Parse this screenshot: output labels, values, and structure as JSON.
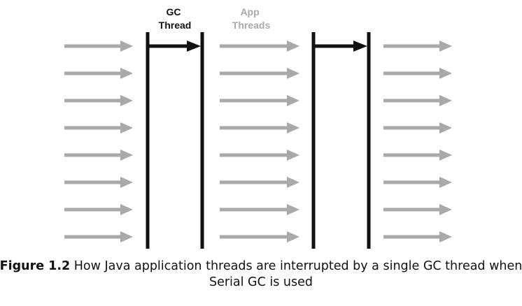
{
  "labels": {
    "gc_thread": [
      "GC",
      "Thread"
    ],
    "app_threads": [
      "App",
      "Threads"
    ]
  },
  "caption": {
    "label": "Figure 1.2",
    "text_line1": " How Java application threads are interrupted by a single GC thread when",
    "text_line2": "Serial GC is used"
  },
  "diagram": {
    "app_thread_count": 8,
    "app_segments": 3,
    "gc_pauses": 2
  },
  "colors": {
    "app_thread": "#a9a9a9",
    "gc_thread": "#111111",
    "app_label": "#a9a9a9",
    "gc_label": "#111111"
  }
}
